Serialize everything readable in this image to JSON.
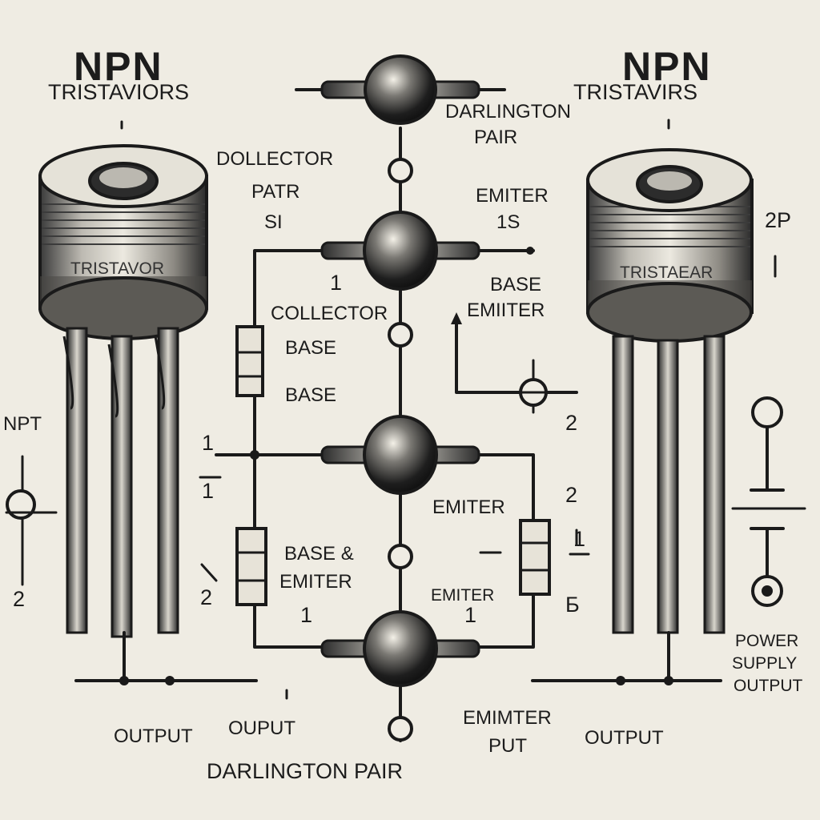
{
  "left_title": {
    "line1": "NPN",
    "line2": "TRISTAVIORS"
  },
  "right_title": {
    "line1": "NPN",
    "line2": "TRISTAVIRS"
  },
  "left_body_label": "TRISTAVOR",
  "right_body_label": "TRISTAEAR",
  "center_top_label": {
    "line1": "DARLINGTON",
    "line2": "PAIR"
  },
  "dollector": {
    "line1": "DOLLECTOR",
    "line2": "PATR",
    "line3": "SI"
  },
  "emiter_top": {
    "line1": "EMITER",
    "line2": "1S"
  },
  "base_emiter_right": {
    "line1": "BASE",
    "line2": "EMIITER"
  },
  "collector_base": {
    "line1": "COLLECTOR",
    "line2": "BASE"
  },
  "base_lower": "BASE",
  "base_and_emiter": {
    "line1": "BASE &",
    "line2": "EMITER"
  },
  "emiter_mid_right": "EMITER",
  "emiter_lower": "EMITER",
  "emimter": "EMIMTER",
  "put": "PUT",
  "left_npt": "NPT",
  "numbers": {
    "left_one_a": "1",
    "left_one_b": "1",
    "left_two_a": "2",
    "left_two_b": "2",
    "center_one_a": "1",
    "center_one_b": "1",
    "center_one_c": "1",
    "right_two_a": "2",
    "right_two_b": "2",
    "right_one": "1",
    "right_b": "Б",
    "right_2p": "2P"
  },
  "output_left": "OUTPUT",
  "ouput_center": "OUPUT",
  "darlington_bottom": "DARLINGTON PAIR",
  "output_right": "OUTPUT",
  "power_supply": {
    "line1": "POWER",
    "line2": "SUPPLY",
    "line3": "OUTPUT"
  }
}
